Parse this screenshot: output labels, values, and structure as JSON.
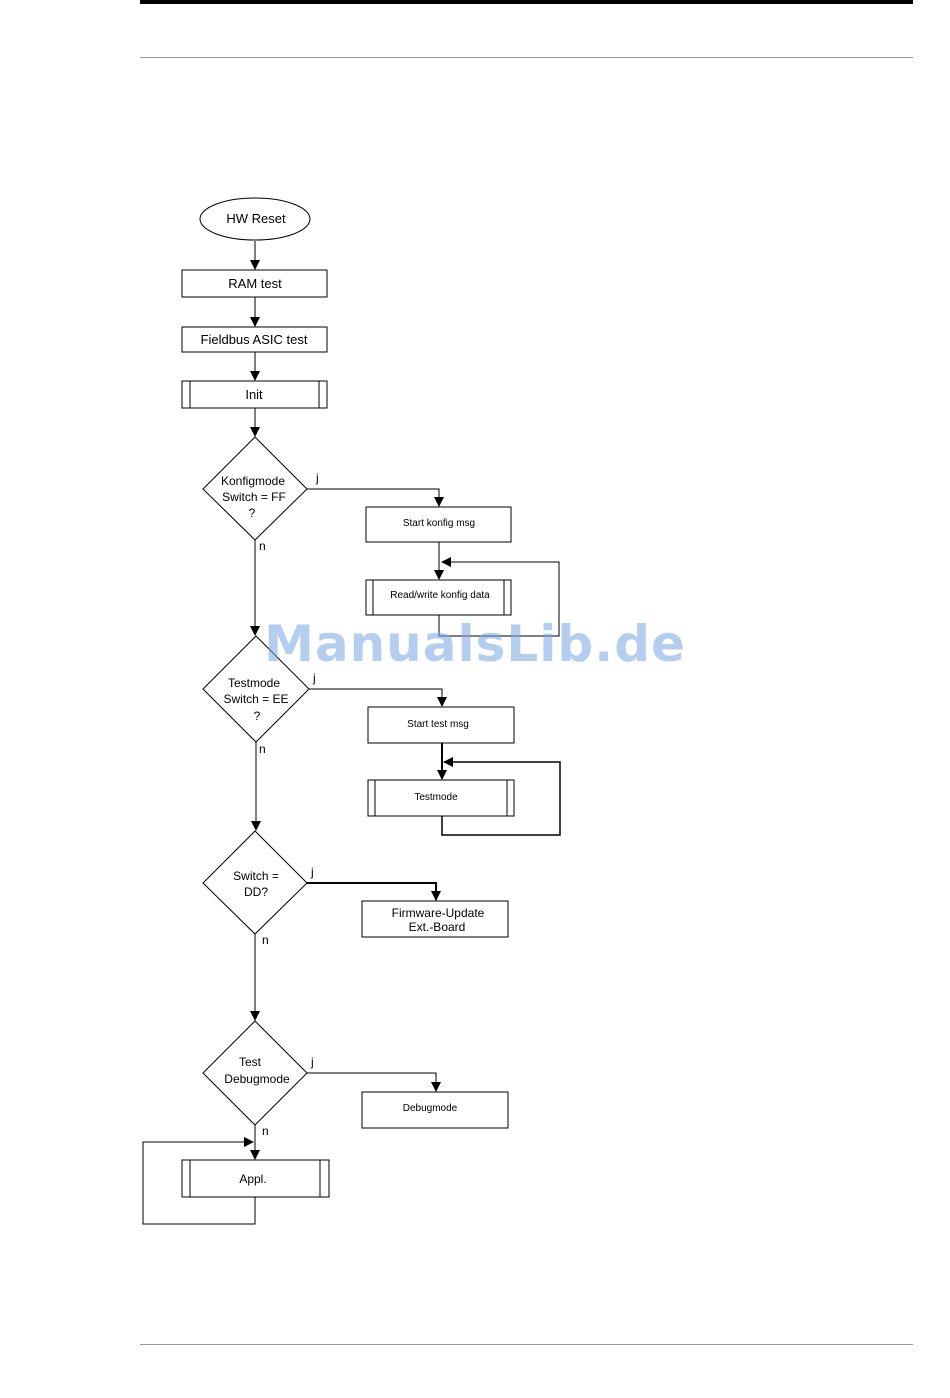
{
  "flowchart": {
    "start": "HW Reset",
    "ram_test": "RAM test",
    "asic_test": "Fieldbus ASIC test",
    "init": "Init",
    "decision_konfig": [
      "Konfigmode",
      "Switch = FF",
      "?"
    ],
    "decision_test": [
      "Testmode",
      "Switch = EE",
      "?"
    ],
    "decision_dd": [
      "Switch =",
      "DD?"
    ],
    "decision_debug": [
      "Test",
      "Debugmode"
    ],
    "start_konfig": "Start konfig msg",
    "rw_konfig": "Read/write konfig data",
    "start_test": "Start test msg",
    "testmode": "Testmode",
    "firmware": [
      "Firmware-Update",
      "Ext.-Board"
    ],
    "debugmode": "Debugmode",
    "appl": "Appl.",
    "yes": "j",
    "no": "n"
  },
  "watermark": "ManualsLib.de"
}
